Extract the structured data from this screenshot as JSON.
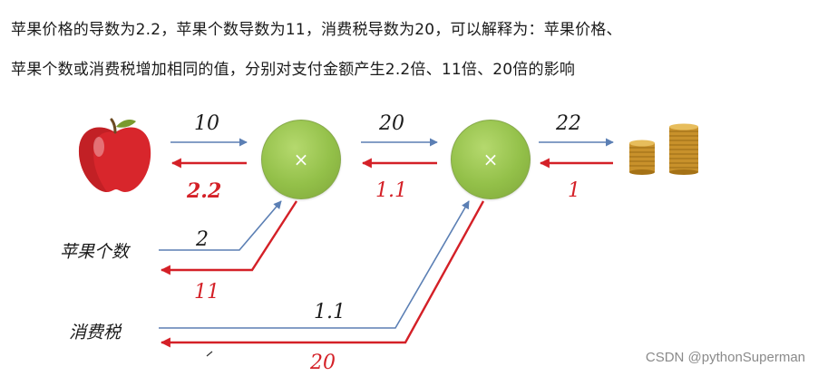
{
  "caption": {
    "line1": "苹果价格的导数为2.2，苹果个数导数为11，消费税导数为20，可以解释为：苹果价格、",
    "line2": "苹果个数或消费税增加相同的值，分别对支付金额产生2.2倍、11倍、20倍的影响"
  },
  "nodes": {
    "mult1": {
      "symbol": "×"
    },
    "mult2": {
      "symbol": "×"
    }
  },
  "inputs": {
    "apple_count_label": "苹果个数",
    "tax_label": "消费税"
  },
  "forward_values": {
    "apple_price": "10",
    "mult1_out": "20",
    "mult2_out": "22",
    "apple_count": "2",
    "tax": "1.1"
  },
  "backward_values": {
    "apple_price": "2.2",
    "mult1_out": "1.1",
    "final": "1",
    "apple_count": "11",
    "tax": "20"
  },
  "icons": {
    "apple": "apple-icon",
    "coins": "coin-stacks-icon"
  },
  "colors": {
    "forward_arrow": "#5b7fb4",
    "backward_arrow": "#d42027",
    "node_fill": "#9bc453"
  },
  "watermark": "CSDN @pythonSuperman"
}
